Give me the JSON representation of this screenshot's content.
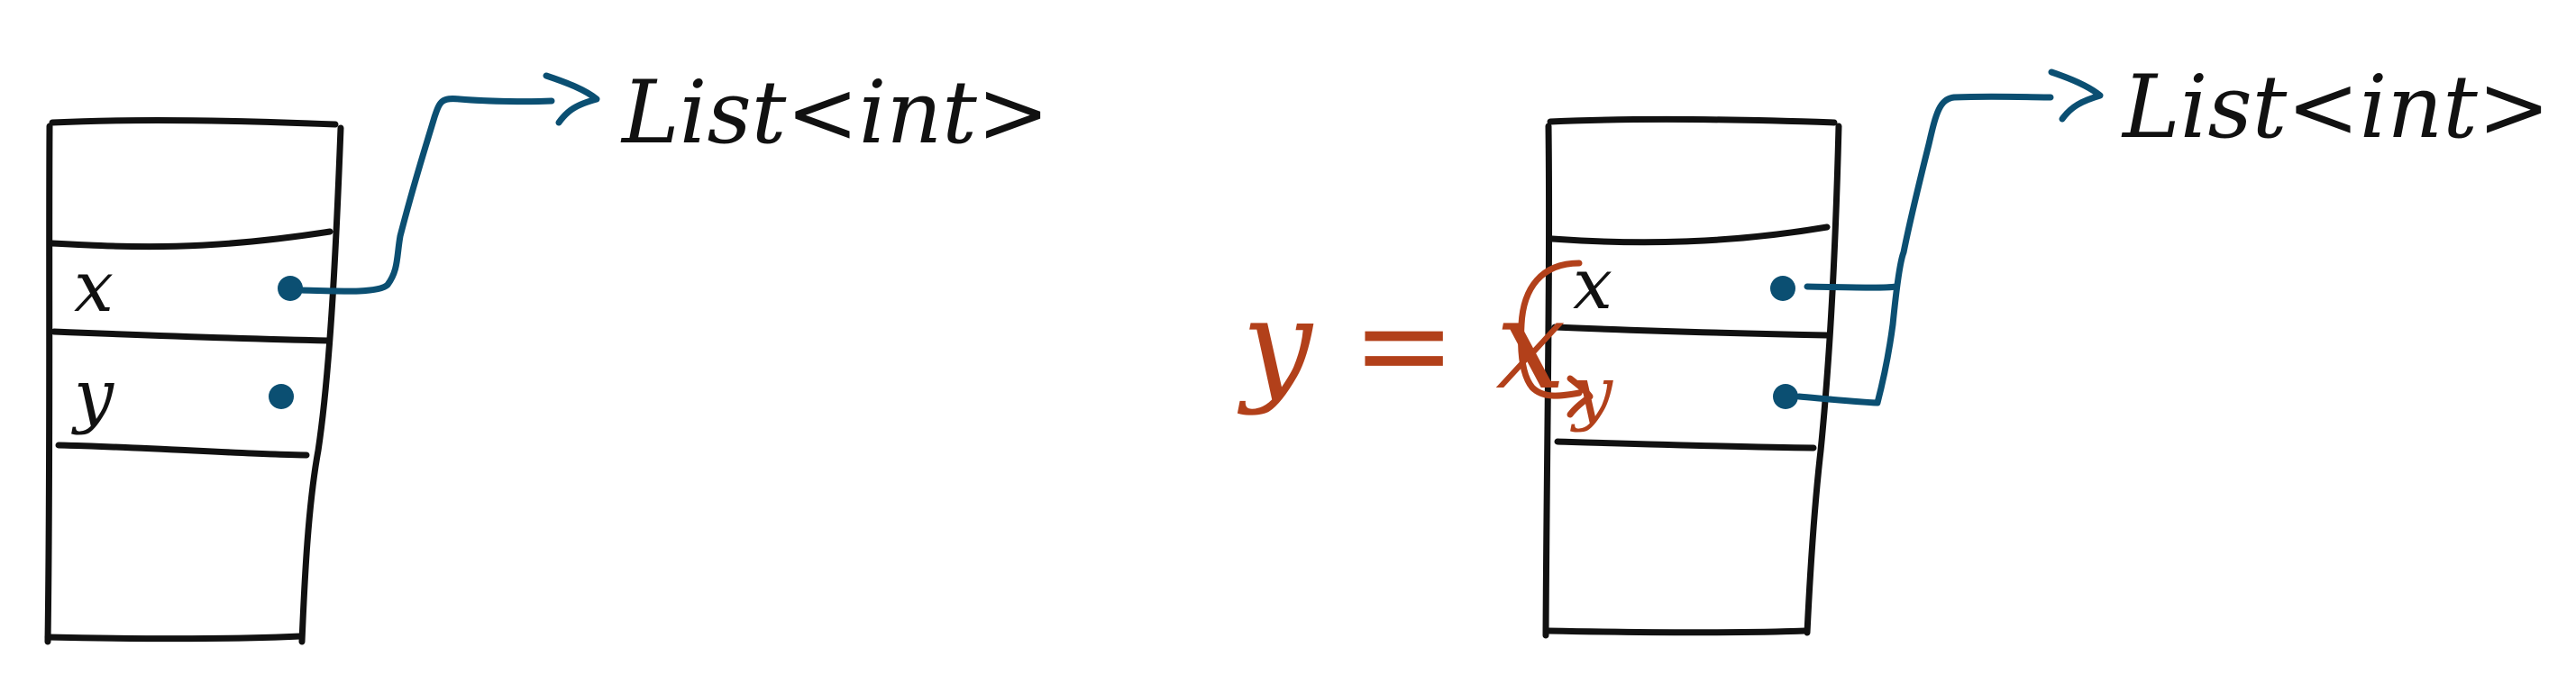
{
  "colors": {
    "ink": "#111111",
    "reference": "#0b4f72",
    "assignment": "#b2401a",
    "background": "#ffffff"
  },
  "left_diagram": {
    "variables": [
      "x",
      "y"
    ],
    "object_label": "List<int>"
  },
  "right_diagram": {
    "assignment": "y = x",
    "variables": [
      "x",
      "y"
    ],
    "object_label": "List<int>"
  }
}
